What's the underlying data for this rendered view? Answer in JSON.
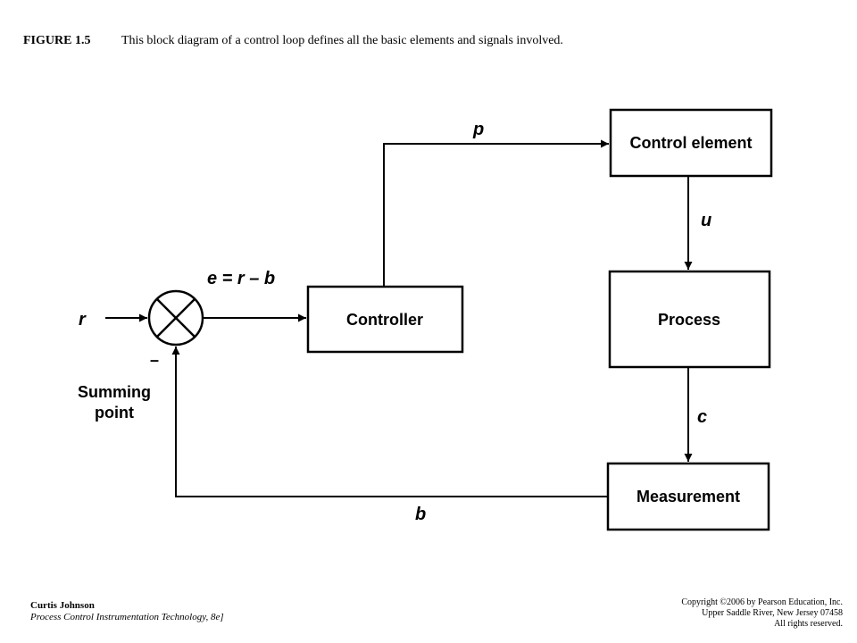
{
  "caption": {
    "figure_number": "FIGURE 1.5",
    "text": "This block diagram of a control loop defines all the basic elements and signals involved."
  },
  "blocks": {
    "control_element": "Control element",
    "controller": "Controller",
    "process": "Process",
    "measurement": "Measurement"
  },
  "signals": {
    "r": "r",
    "error": "e = r – b",
    "p": "p",
    "u": "u",
    "c": "c",
    "b": "b"
  },
  "summing_point": {
    "minus_sign": "–",
    "label_line1": "Summing",
    "label_line2": "point"
  },
  "footer": {
    "author": "Curtis Johnson",
    "book": "Process Control Instrumentation Technology, 8e]",
    "copyright_line1": "Copyright ©2006 by Pearson Education, Inc.",
    "copyright_line2": "Upper Saddle River, New Jersey 07458",
    "copyright_line3": "All rights reserved."
  }
}
